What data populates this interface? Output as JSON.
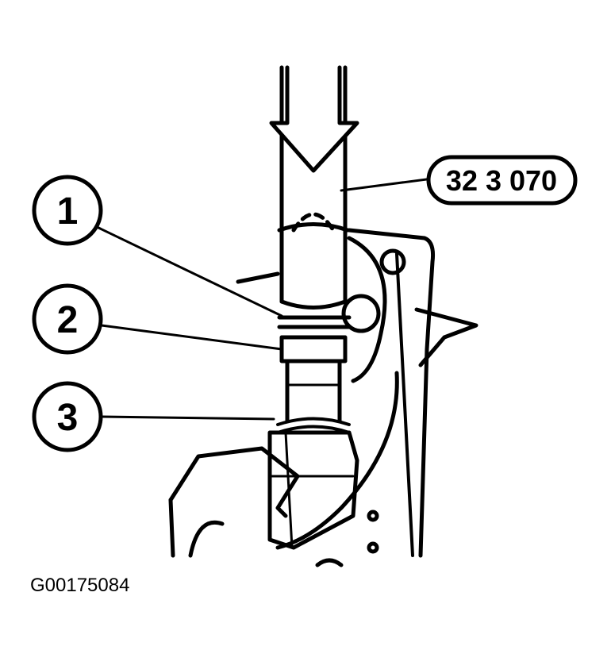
{
  "diagram": {
    "callouts": [
      {
        "label": "1"
      },
      {
        "label": "2"
      },
      {
        "label": "3"
      }
    ],
    "tool_number": "32 3 070",
    "figure_id": "G00175084"
  }
}
